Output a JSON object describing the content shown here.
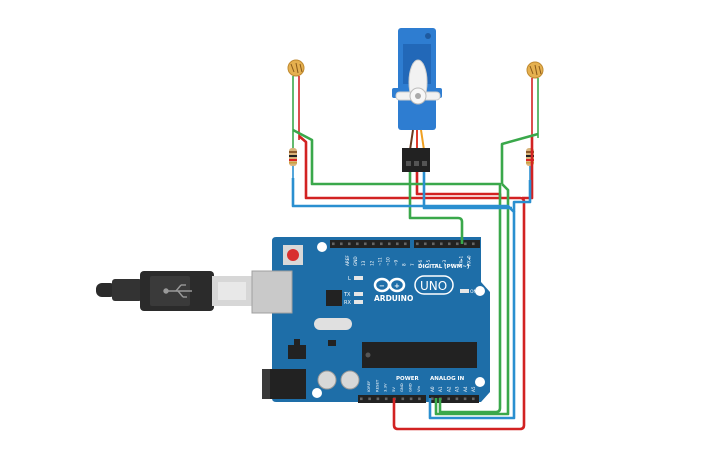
{
  "board": {
    "brand": "ARDUINO",
    "model": "UNO",
    "digital_header": "DIGITAL (PWM~)",
    "analog_header": "ANALOG IN",
    "power_header": "POWER",
    "on_label": "ON",
    "led_l": "L",
    "led_tx": "TX",
    "led_rx": "RX",
    "digital_pins": [
      "AREF",
      "GND",
      "13",
      "12",
      "~11",
      "~10",
      "~9",
      "8",
      "7",
      "~6",
      "~5",
      "4",
      "~3",
      "2",
      "TX▸1",
      "RX◂0"
    ],
    "power_pins": [
      "IOREF",
      "RESET",
      "3.3V",
      "5V",
      "GND",
      "GND",
      "Vin"
    ],
    "analog_pins": [
      "A0",
      "A1",
      "A2",
      "A3",
      "A4",
      "A5"
    ]
  },
  "colors": {
    "board": "#1e6ea8",
    "wire_red": "#d22222",
    "wire_green": "#3aa84b",
    "wire_blue": "#2a8fd0",
    "servo": "#2e7dd1",
    "usb": "#2b2b2b"
  }
}
